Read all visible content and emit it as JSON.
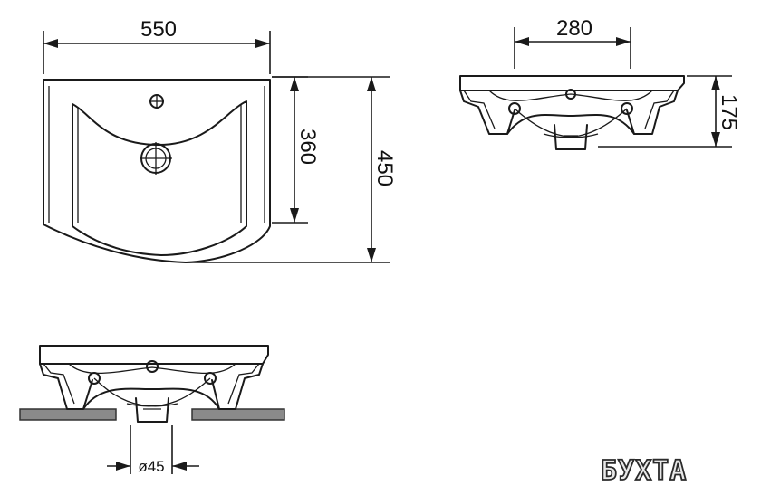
{
  "dimensions": {
    "top_width": "550",
    "top_inner_depth": "360",
    "top_total_depth": "450",
    "side_width": "280",
    "side_height": "175",
    "drain_diameter": "ø45"
  },
  "watermark": "БУХТА"
}
